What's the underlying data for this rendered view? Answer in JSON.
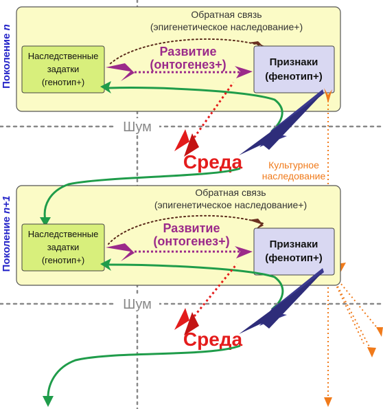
{
  "generation1": {
    "label_prefix": "Поколение ",
    "label_var": "n",
    "feedback_line1": "Обратная связь",
    "feedback_line2": "(эпигенетическое наследование+)",
    "genotype_line1": "Наследственные",
    "genotype_line2": "задатки",
    "genotype_line3": "(генотип+)",
    "development_line1": "Развитие",
    "development_line2": "(онтогенез+)",
    "phenotype_line1": "Признаки",
    "phenotype_line2": "(фенотип+)",
    "noise": "Шум",
    "environment": "Среда"
  },
  "generation2": {
    "label_prefix": "Поколение ",
    "label_var": "n+1",
    "feedback_line1": "Обратная связь",
    "feedback_line2": "(эпигенетическое наследование+)",
    "genotype_line1": "Наследственные",
    "genotype_line2": "задатки",
    "genotype_line3": "(генотип+)",
    "development_line1": "Развитие",
    "development_line2": "(онтогенез+)",
    "phenotype_line1": "Признаки",
    "phenotype_line2": "(фенотип+)",
    "noise": "Шум",
    "environment": "Среда"
  },
  "cultural": {
    "line1": "Культурное",
    "line2": "наследование"
  },
  "colors": {
    "panel_fill": "#fbfbc6",
    "genotype_fill": "#d8ef7c",
    "phenotype_fill": "#d9d8f2",
    "development": "#9b2a8a",
    "environment_text": "#e41c1c",
    "environment_arrow": "#e31b1b",
    "phenotype_arrow": "#3b3a8e",
    "green_flow": "#1f9c4a",
    "feedback": "#5a2a1a",
    "cultural": "#f07a1a",
    "noise": "#888888",
    "generation_label": "#2424c8"
  }
}
